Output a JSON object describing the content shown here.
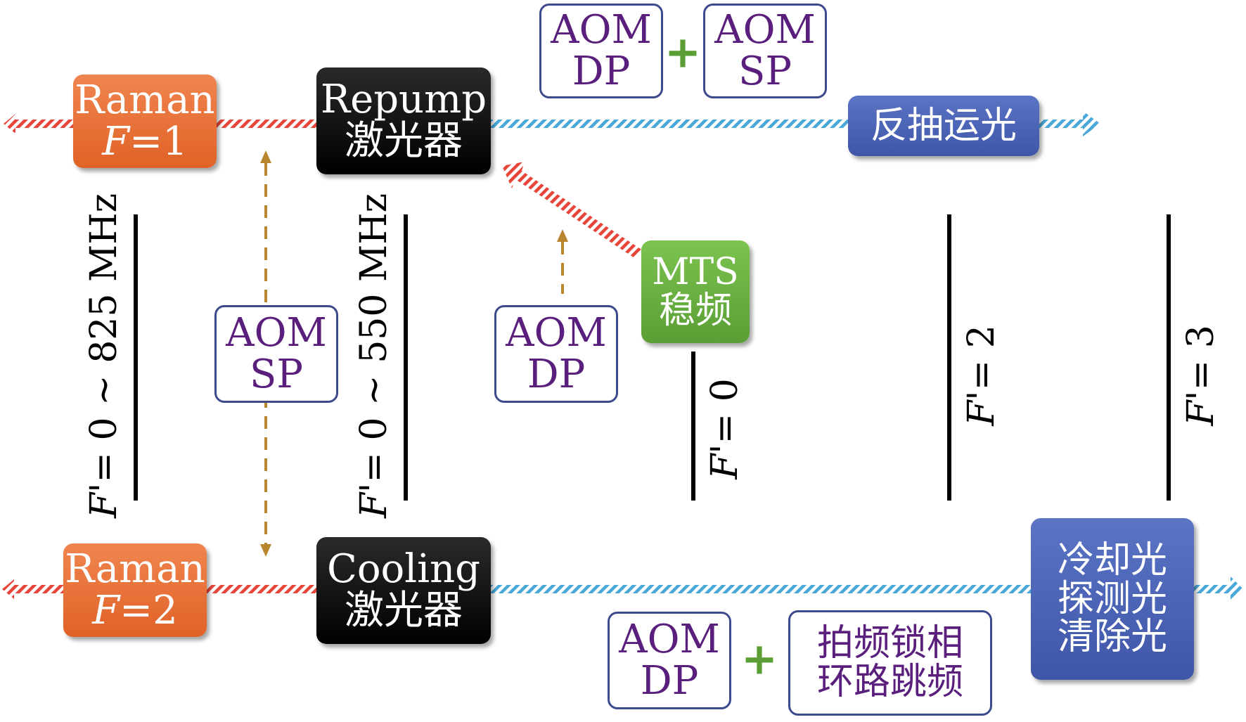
{
  "lasers": {
    "repump": {
      "line1": "Repump",
      "line2": "激光器"
    },
    "cooling": {
      "line1": "Cooling",
      "line2": "激光器"
    }
  },
  "raman": {
    "f1": {
      "line1": "Raman",
      "line2_var": "F",
      "line2_rest": "=1"
    },
    "f2": {
      "line1": "Raman",
      "line2_var": "F",
      "line2_rest": "=2"
    }
  },
  "mts": {
    "line1": "MTS",
    "line2": "稳频"
  },
  "outputs": {
    "repump": "反抽运光",
    "cooling": [
      "冷却光",
      "探测光",
      "清除光"
    ]
  },
  "aom": {
    "top_left": {
      "line1": "AOM",
      "line2": "DP"
    },
    "top_right": {
      "line1": "AOM",
      "line2": "SP"
    },
    "mid_sp": {
      "line1": "AOM",
      "line2": "SP"
    },
    "mid_dp": {
      "line1": "AOM",
      "line2": "DP"
    },
    "bottom": {
      "line1": "AOM",
      "line2": "DP"
    }
  },
  "beat_lock": [
    "拍频锁相",
    "环路跳频"
  ],
  "plus_symbol": "+",
  "levels": {
    "raman_range": {
      "var": "F",
      "text": "'= 0 ~ 825 MHz"
    },
    "laser_range": {
      "var": "F",
      "text": "'= 0 ~ 550 MHz"
    },
    "f0": {
      "var": "F",
      "text": "'= 0"
    },
    "f2": {
      "var": "F",
      "text": "'= 2"
    },
    "f3": {
      "var": "F",
      "text": "'= 3"
    }
  },
  "colors": {
    "red_beam": "#e8453a",
    "blue_beam": "#4aa8d8",
    "orange": "#e8703a",
    "green": "#6aaf40",
    "blue_box": "#4a63b4",
    "aom_text": "#5a1f7d",
    "aom_border": "#3d4a8c",
    "dashed_arrow": "#b8862e",
    "plus": "#5a9e35"
  }
}
